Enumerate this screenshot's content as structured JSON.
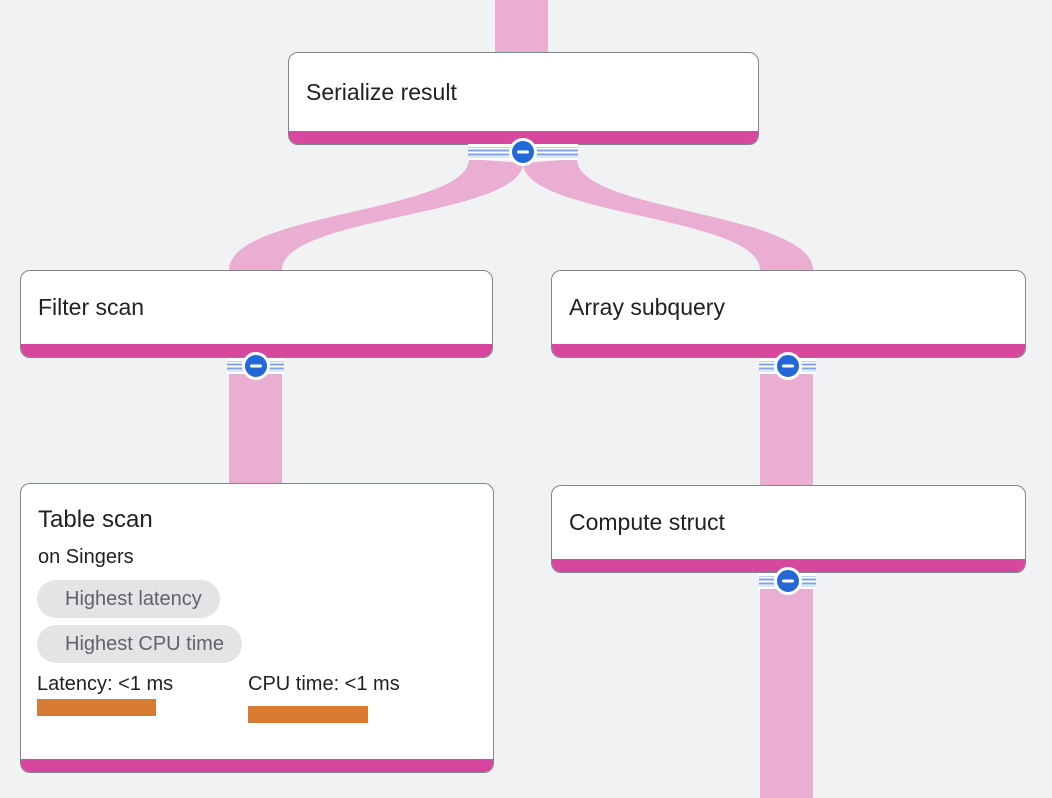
{
  "colors": {
    "canvas_bg": "#f1f2f4",
    "flow_pink": "#ebaed3",
    "node_accent_pink": "#d6479d",
    "metric_bar_orange": "#d97c33",
    "collapse_button_blue": "#2368d6",
    "badge_gray": "#e4e4e7"
  },
  "nodes": {
    "serialize": {
      "title": "Serialize result"
    },
    "filter": {
      "title": "Filter scan"
    },
    "array": {
      "title": "Array subquery"
    },
    "compute": {
      "title": "Compute struct"
    },
    "table": {
      "title": "Table scan",
      "subtitle": "on Singers",
      "badge_latency": "Highest latency",
      "badge_cpu": "Highest CPU time",
      "latency_label": "Latency: <1 ms",
      "cpu_label": "CPU time: <1 ms"
    }
  },
  "edges": [
    {
      "from": "parent",
      "to": "Serialize result"
    },
    {
      "from": "Serialize result",
      "to": "Filter scan"
    },
    {
      "from": "Serialize result",
      "to": "Array subquery"
    },
    {
      "from": "Filter scan",
      "to": "Table scan"
    },
    {
      "from": "Array subquery",
      "to": "Compute struct"
    },
    {
      "from": "Compute struct",
      "to": "child below"
    }
  ],
  "collapse_button": {
    "state": "expanded",
    "glyph": "minus"
  }
}
